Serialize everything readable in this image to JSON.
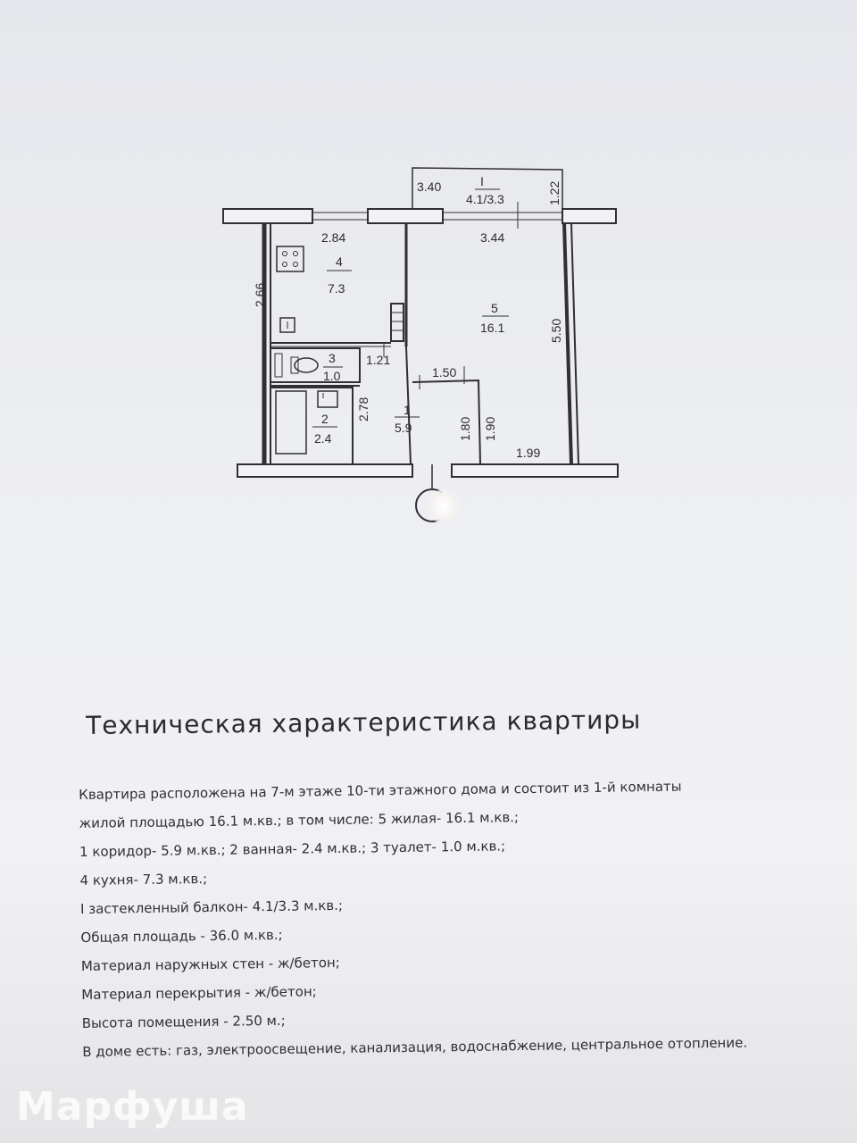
{
  "floor_plan": {
    "rooms": [
      {
        "number": "4",
        "area": "7.3"
      },
      {
        "number": "5",
        "area": "16.1"
      },
      {
        "number": "3",
        "area": "1.0"
      },
      {
        "number": "2",
        "area": "2.4"
      },
      {
        "number": "1",
        "area": "5.9"
      },
      {
        "number": "I",
        "area": "4.1/3.3"
      }
    ],
    "dimensions": {
      "balcony_left": "3.40",
      "balcony_right": "1.22",
      "kitchen_width": "2.84",
      "kitchen_depth": "2.66",
      "room_width": "3.44",
      "room_depth": "5.50",
      "toilet": "1.21",
      "bath": "2.78",
      "corridor_width": "1.50",
      "corridor_depth_a": "1.80",
      "corridor_depth_b": "1.90",
      "bottom_right": "1.99"
    }
  },
  "heading": "Техническая характеристика квартиры",
  "spec_lines": [
    "Квартира расположена на    7-м     этаже   10-ти  этажного дома и состоит из    1-й   комнаты",
    "жилой площадью  16.1  м.кв.;   в том числе:  5   жилая-  16.1  м.кв.;",
    "1  коридор-  5.9  м.кв.;   2   ванная-   2.4  м.кв.;   3  туалет-   1.0  м.кв.;",
    "4   кухня-    7.3   м.кв.;",
    "I   застекленный балкон-   4.1/3.3   м.кв.;",
    "Общая площадь -   36.0  м.кв.;",
    "Материал наружных стен -   ж/бетон;",
    "Материал перекрытия -   ж/бетон;",
    "Высота помещения  -   2.50    м.;",
    "В доме есть:   газ, электроосвещение, канализация, водоснабжение, центральное отопление."
  ],
  "watermark": "Марфуша",
  "colors": {
    "ink": "#2b2b30",
    "paper": "#eeeff2"
  }
}
